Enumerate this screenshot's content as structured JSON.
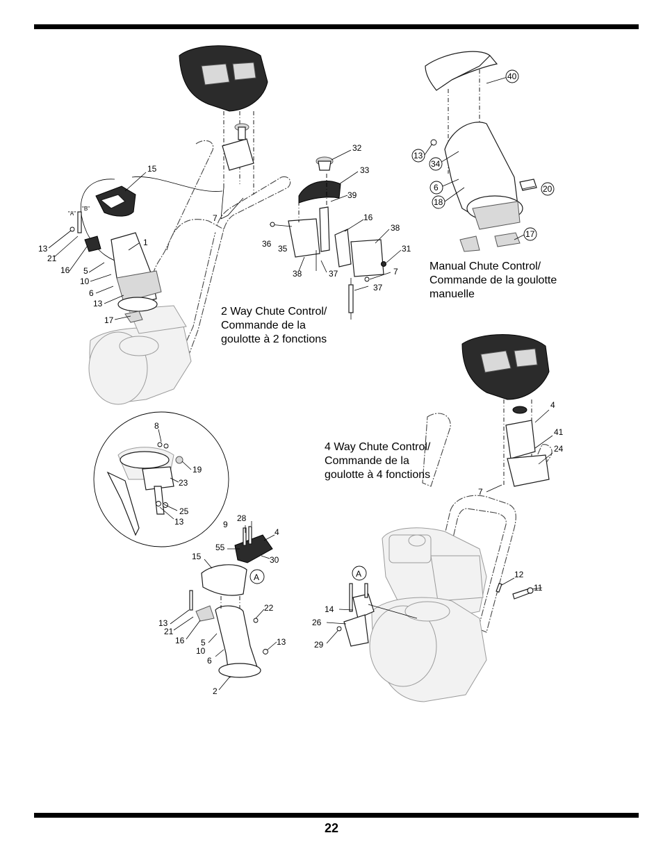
{
  "page": {
    "number": "22"
  },
  "captions": {
    "two_way": [
      "2 Way Chute Control/",
      "Commande de la",
      "goulotte à 2 fonctions"
    ],
    "manual": [
      "Manual Chute Control/",
      "Commande de la goulotte",
      "manuelle"
    ],
    "four_way": [
      "4 Way Chute Control/",
      "Commande de la",
      "goulotte à 4 fonctions"
    ]
  },
  "detail_marker": "A",
  "labels": {
    "a_quote": "\"A\"",
    "b_quote": "\"B\""
  },
  "callouts": {
    "two_way_assembly": [
      "15",
      "13",
      "21",
      "16",
      "5",
      "1",
      "10",
      "6",
      "13",
      "17",
      "7"
    ],
    "two_way_detail": [
      "32",
      "33",
      "39",
      "16",
      "38",
      "36",
      "35",
      "31",
      "38",
      "37",
      "7",
      "37"
    ],
    "manual": [
      "40",
      "13",
      "34",
      "6",
      "18",
      "20",
      "17"
    ],
    "inset": [
      "8",
      "19",
      "23",
      "25",
      "13"
    ],
    "four_way_chute": [
      "9",
      "28",
      "4",
      "55",
      "30",
      "15",
      "22",
      "13",
      "21",
      "16",
      "5",
      "10",
      "6",
      "13",
      "2"
    ],
    "four_way_assembly": [
      "4",
      "41",
      "24",
      "7",
      "12",
      "11",
      "14",
      "26",
      "29"
    ]
  }
}
